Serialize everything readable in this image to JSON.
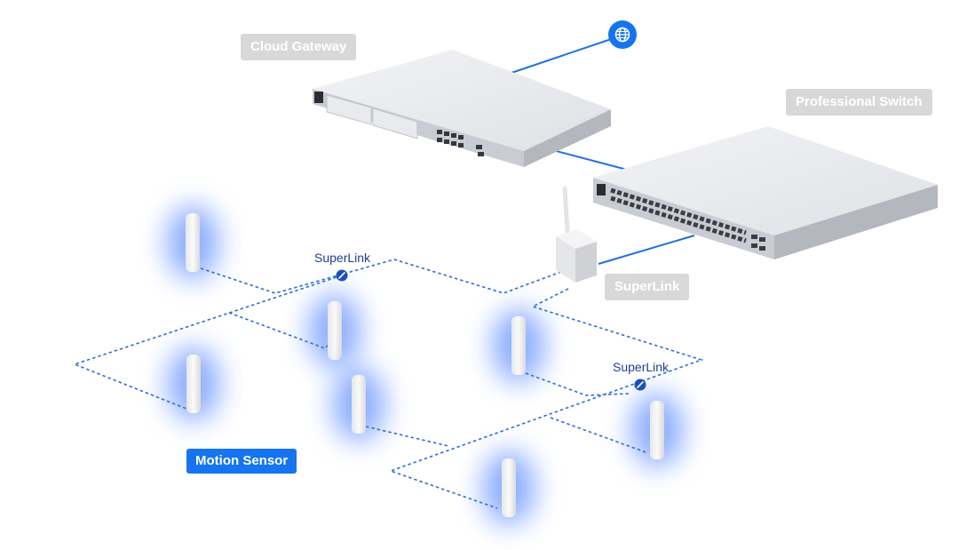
{
  "labels": {
    "cloud_gateway": "Cloud Gateway",
    "professional_switch": "Professional Switch",
    "superlink_device": "SuperLink",
    "superlink_1": "SuperLink",
    "superlink_2": "SuperLink",
    "motion_sensor": "Motion Sensor"
  },
  "icons": {
    "internet": "globe-icon",
    "link_node": "link-icon"
  },
  "colors": {
    "accent": "#1574f0",
    "wired_link": "#1f6fe0",
    "wireless_link": "#2f6fd6",
    "sensor_glow": "#2f6bff",
    "tag_grey": "#d8d8d8",
    "link_label_text": "#1c3f8f"
  }
}
